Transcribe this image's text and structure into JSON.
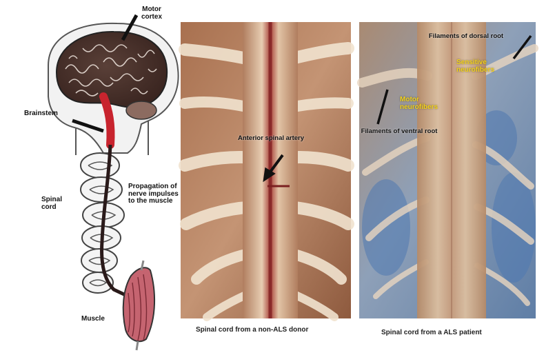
{
  "diagram": {
    "labels": {
      "motor_cortex": "Motor cortex",
      "brainstem": "Brainstem",
      "spinal_cord": "Spinal cord",
      "propagation": "Propagation of nerve impulses to the muscle",
      "muscle": "Muscle"
    }
  },
  "photo_left": {
    "artery_label": "Anterior spinal artery",
    "caption": "Spinal cord from a non-ALS donor"
  },
  "photo_right": {
    "dorsal_root_label": "Filaments of dorsal root",
    "sensitive_label": "Sensitive neurofibers",
    "motor_label": "Motor neurofibers",
    "ventral_root_label": "Filaments of ventral root",
    "caption": "Spinal cord from a ALS patient"
  },
  "colors": {
    "highlight_red": "#c8242e",
    "sensitive_yellow": "#f3d21a",
    "motor_yellow": "#f3d21a"
  }
}
